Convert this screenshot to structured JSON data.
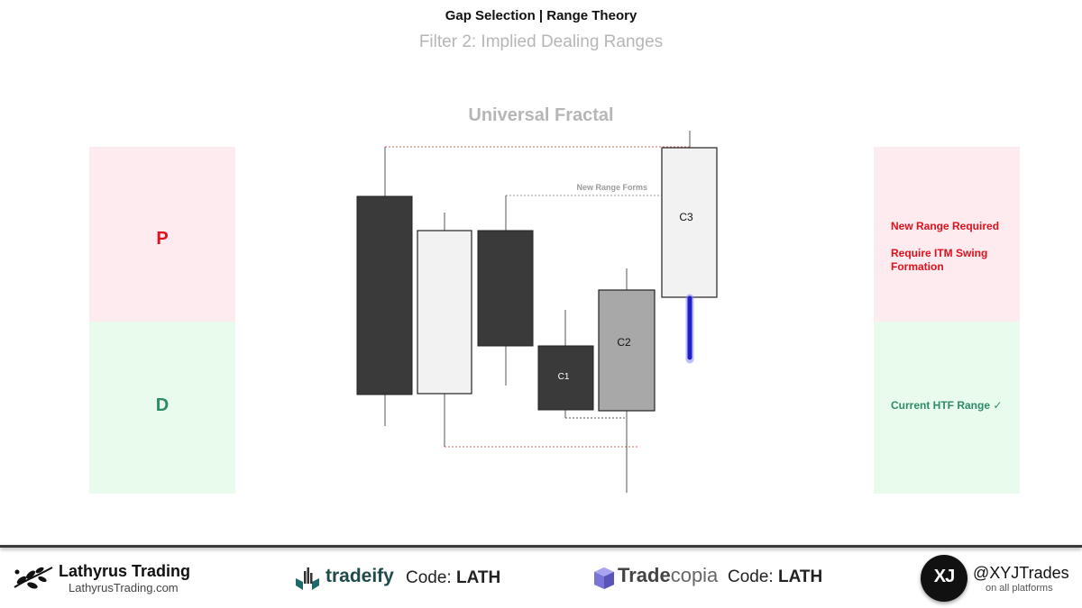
{
  "header": {
    "title": "Gap Selection | Range Theory",
    "subtitle": "Filter 2:  Implied Dealing Ranges"
  },
  "diagram": {
    "title": "Universal Fractal",
    "new_range_label": "New Range Forms",
    "left_zones": {
      "premium_letter": "P",
      "discount_letter": "D"
    },
    "right_notes": {
      "new_range_required": "New Range Required",
      "require_itm_swing": "Require ITM Swing Formation",
      "current_htf_range": "Current HTF Range ✓"
    },
    "candle_labels": [
      "C1",
      "C2",
      "C3"
    ],
    "colors": {
      "premium_zone": "#fdebf0",
      "discount_zone": "#e8fbec",
      "premium_text": "#e0101a",
      "discount_text": "#2e8b6a",
      "dark_candle": "#3a3a3a",
      "light_candle": "#f2f2f2",
      "c2_candle": "#a8a8a8",
      "c3_wick": "#1f1fc8",
      "range_line": "#e06060"
    }
  },
  "footer": {
    "brand_name": "Lathyrus Trading",
    "brand_url": "LathyrusTrading.com",
    "tradeify": {
      "logo_text": "tradeify",
      "code_label": "Code:",
      "code": "LATH"
    },
    "tradecopia": {
      "logo_text_bold": "Trade",
      "logo_text_light": "copia",
      "code_label": "Code:",
      "code": "LATH"
    },
    "social": {
      "avatar_text": "XJ",
      "handle": "@XYJTrades",
      "note": "on all platforms"
    }
  }
}
